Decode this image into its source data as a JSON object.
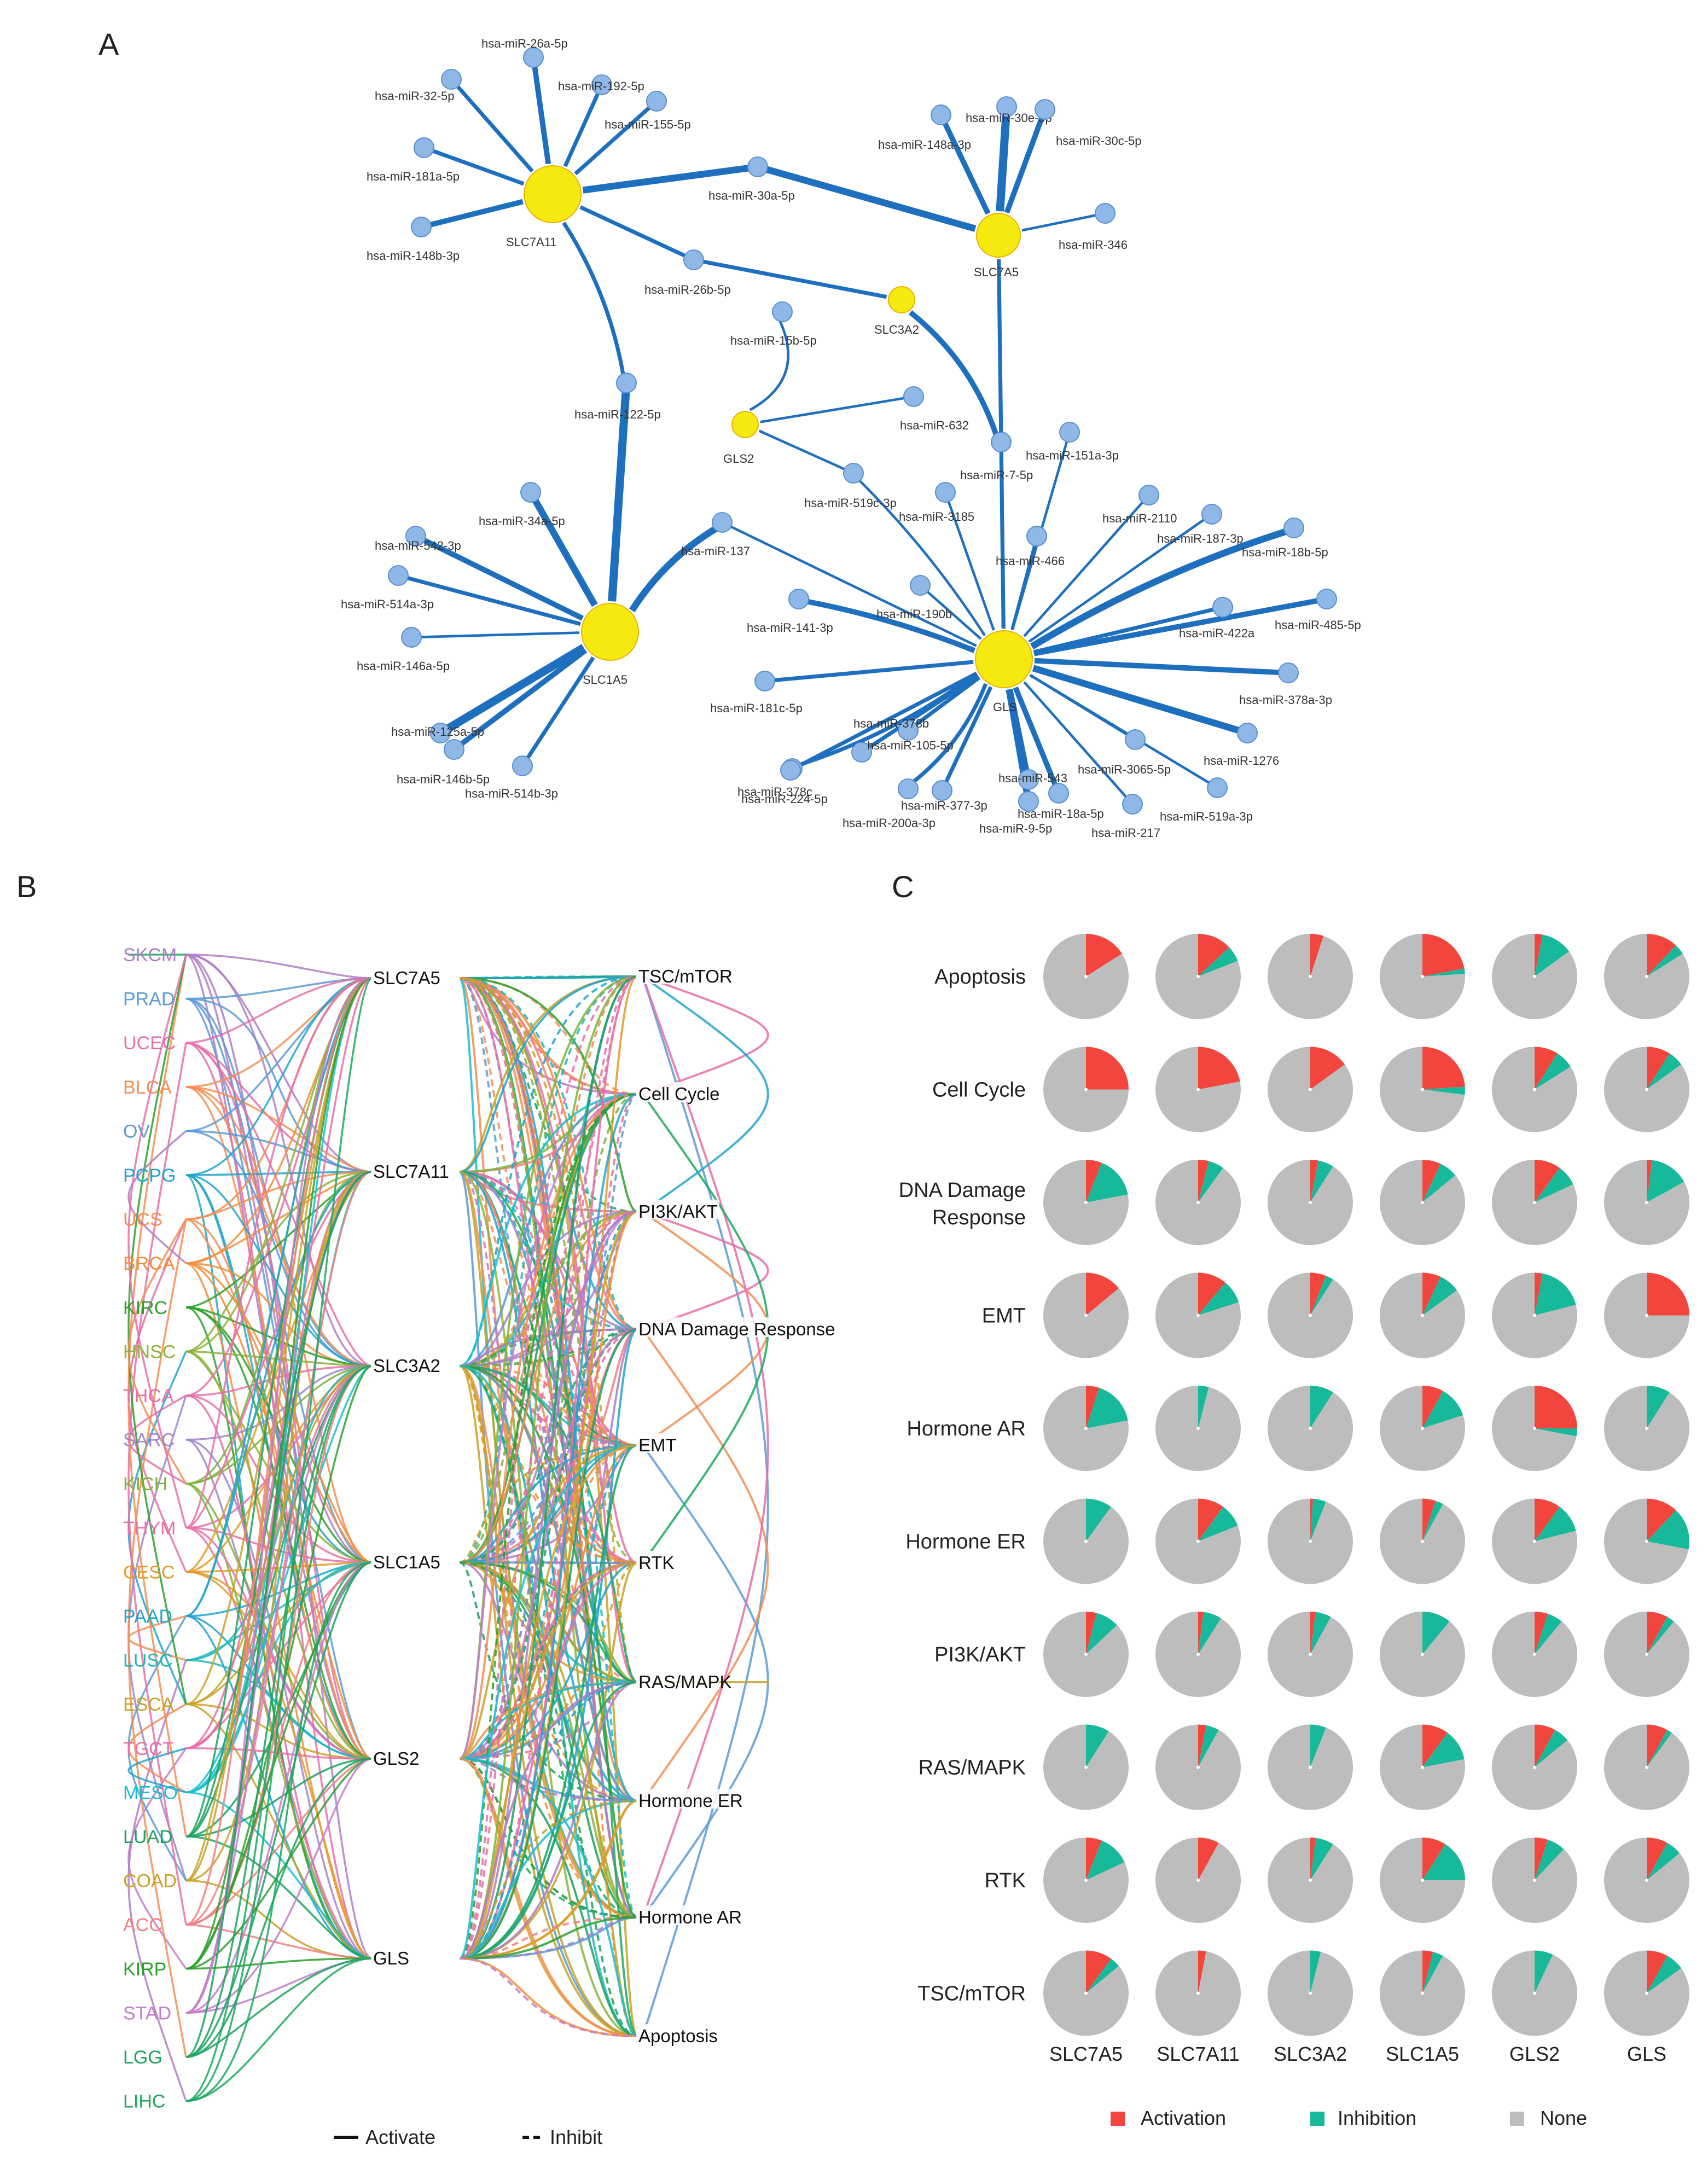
{
  "panels": {
    "a": "A",
    "b": "B",
    "c": "C"
  },
  "network": {
    "targets": [
      {
        "id": "SLC7A11",
        "label": "SLC7A11",
        "size": "large"
      },
      {
        "id": "SLC7A5",
        "label": "SLC7A5",
        "size": "medium"
      },
      {
        "id": "SLC3A2",
        "label": "SLC3A2",
        "size": "small"
      },
      {
        "id": "GLS2",
        "label": "GLS2",
        "size": "small"
      },
      {
        "id": "SLC1A5",
        "label": "SLC1A5",
        "size": "large"
      },
      {
        "id": "GLS",
        "label": "GLS",
        "size": "large"
      }
    ],
    "mirnas": [
      "hsa-miR-26a-5p",
      "hsa-miR-192-5p",
      "hsa-miR-32-5p",
      "hsa-miR-155-5p",
      "hsa-miR-181a-5p",
      "hsa-miR-148b-3p",
      "hsa-miR-30a-5p",
      "hsa-miR-26b-5p",
      "hsa-miR-30e-5p",
      "hsa-miR-148a-3p",
      "hsa-miR-30c-5p",
      "hsa-miR-346",
      "hsa-miR-15b-5p",
      "hsa-miR-632",
      "hsa-miR-122-5p",
      "hsa-miR-7-5p",
      "hsa-miR-519c-3p",
      "hsa-miR-3185",
      "hsa-miR-151a-3p",
      "hsa-miR-2110",
      "hsa-miR-187-3p",
      "hsa-miR-18b-5p",
      "hsa-miR-466",
      "hsa-miR-190b",
      "hsa-miR-422a",
      "hsa-miR-485-5p",
      "hsa-miR-141-3p",
      "hsa-miR-181c-5p",
      "hsa-miR-378a-3p",
      "hsa-miR-378b",
      "hsa-miR-105-5p",
      "hsa-miR-378c",
      "hsa-miR-224-5p",
      "hsa-miR-377-3p",
      "hsa-miR-200a-3p",
      "hsa-miR-543",
      "hsa-miR-18a-5p",
      "hsa-miR-9-5p",
      "hsa-miR-217",
      "hsa-miR-3065-5p",
      "hsa-miR-519a-3p",
      "hsa-miR-1276",
      "hsa-miR-34a-5p",
      "hsa-miR-542-3p",
      "hsa-miR-514a-3p",
      "hsa-miR-146a-5p",
      "hsa-miR-125a-5p",
      "hsa-miR-146b-5p",
      "hsa-miR-514b-3p",
      "hsa-miR-137"
    ],
    "edges": [
      [
        "hsa-miR-26a-5p",
        "SLC7A11",
        3
      ],
      [
        "hsa-miR-192-5p",
        "SLC7A11",
        2
      ],
      [
        "hsa-miR-32-5p",
        "SLC7A11",
        2
      ],
      [
        "hsa-miR-155-5p",
        "SLC7A11",
        2
      ],
      [
        "hsa-miR-181a-5p",
        "SLC7A11",
        2
      ],
      [
        "hsa-miR-148b-3p",
        "SLC7A11",
        3
      ],
      [
        "hsa-miR-30a-5p",
        "SLC7A11",
        4
      ],
      [
        "hsa-miR-30a-5p",
        "SLC7A5",
        4
      ],
      [
        "hsa-miR-26b-5p",
        "SLC7A11",
        2
      ],
      [
        "hsa-miR-26b-5p",
        "SLC3A2",
        2
      ],
      [
        "hsa-miR-30e-5p",
        "SLC7A5",
        5
      ],
      [
        "hsa-miR-148a-3p",
        "SLC7A5",
        3
      ],
      [
        "hsa-miR-30c-5p",
        "SLC7A5",
        3
      ],
      [
        "hsa-miR-346",
        "SLC7A5",
        1
      ],
      [
        "hsa-miR-15b-5p",
        "GLS2",
        1
      ],
      [
        "hsa-miR-632",
        "GLS2",
        1
      ],
      [
        "hsa-miR-122-5p",
        "SLC7A11",
        2
      ],
      [
        "hsa-miR-122-5p",
        "SLC1A5",
        5
      ],
      [
        "hsa-miR-7-5p",
        "SLC7A5",
        2
      ],
      [
        "hsa-miR-7-5p",
        "SLC3A2",
        3
      ],
      [
        "hsa-miR-7-5p",
        "GLS",
        2
      ],
      [
        "hsa-miR-519c-3p",
        "GLS2",
        1
      ],
      [
        "hsa-miR-519c-3p",
        "GLS",
        1
      ],
      [
        "hsa-miR-3185",
        "GLS",
        1
      ],
      [
        "hsa-miR-151a-3p",
        "GLS",
        1
      ],
      [
        "hsa-miR-2110",
        "GLS",
        1
      ],
      [
        "hsa-miR-187-3p",
        "GLS",
        1
      ],
      [
        "hsa-miR-18b-5p",
        "GLS",
        4
      ],
      [
        "hsa-miR-466",
        "GLS",
        1
      ],
      [
        "hsa-miR-190b",
        "GLS",
        1
      ],
      [
        "hsa-miR-422a",
        "GLS",
        2
      ],
      [
        "hsa-miR-485-5p",
        "GLS",
        3
      ],
      [
        "hsa-miR-141-3p",
        "GLS",
        3
      ],
      [
        "hsa-miR-181c-5p",
        "GLS",
        2
      ],
      [
        "hsa-miR-378a-3p",
        "GLS",
        3
      ],
      [
        "hsa-miR-378b",
        "GLS",
        2
      ],
      [
        "hsa-miR-105-5p",
        "GLS",
        2
      ],
      [
        "hsa-miR-378c",
        "GLS",
        2
      ],
      [
        "hsa-miR-224-5p",
        "GLS",
        2
      ],
      [
        "hsa-miR-377-3p",
        "GLS",
        2
      ],
      [
        "hsa-miR-200a-3p",
        "GLS",
        2
      ],
      [
        "hsa-miR-543",
        "GLS",
        3
      ],
      [
        "hsa-miR-18a-5p",
        "GLS",
        3
      ],
      [
        "hsa-miR-9-5p",
        "GLS",
        4
      ],
      [
        "hsa-miR-217",
        "GLS",
        1
      ],
      [
        "hsa-miR-3065-5p",
        "GLS",
        1
      ],
      [
        "hsa-miR-519a-3p",
        "GLS",
        1
      ],
      [
        "hsa-miR-1276",
        "GLS",
        4
      ],
      [
        "hsa-miR-34a-5p",
        "SLC1A5",
        4
      ],
      [
        "hsa-miR-542-3p",
        "SLC1A5",
        3
      ],
      [
        "hsa-miR-514a-3p",
        "SLC1A5",
        2
      ],
      [
        "hsa-miR-146a-5p",
        "SLC1A5",
        1
      ],
      [
        "hsa-miR-125a-5p",
        "SLC1A5",
        5
      ],
      [
        "hsa-miR-146b-5p",
        "SLC1A5",
        3
      ],
      [
        "hsa-miR-514b-3p",
        "SLC1A5",
        2
      ],
      [
        "hsa-miR-137",
        "SLC1A5",
        4
      ],
      [
        "hsa-miR-137",
        "GLS",
        1
      ]
    ]
  },
  "sankey": {
    "cancers": [
      {
        "name": "SKCM",
        "color": "#b07cc6"
      },
      {
        "name": "PRAD",
        "color": "#5b9bd5"
      },
      {
        "name": "UCEC",
        "color": "#e86fa8"
      },
      {
        "name": "BLCA",
        "color": "#f28e52"
      },
      {
        "name": "OV",
        "color": "#5b9bd5"
      },
      {
        "name": "PCPG",
        "color": "#1fa4cc"
      },
      {
        "name": "UCS",
        "color": "#f28e52"
      },
      {
        "name": "BRCA",
        "color": "#f28e3a"
      },
      {
        "name": "KIRC",
        "color": "#2ca02c"
      },
      {
        "name": "HNSC",
        "color": "#8cb33a"
      },
      {
        "name": "THCA",
        "color": "#e86fa8"
      },
      {
        "name": "SARC",
        "color": "#9f86c9"
      },
      {
        "name": "KICH",
        "color": "#7db33a"
      },
      {
        "name": "THYM",
        "color": "#e86fa8"
      },
      {
        "name": "CESC",
        "color": "#e39b2c"
      },
      {
        "name": "PAAD",
        "color": "#1fa4cc"
      },
      {
        "name": "LUSC",
        "color": "#1fb8b8"
      },
      {
        "name": "ESCA",
        "color": "#c9a227"
      },
      {
        "name": "TGCT",
        "color": "#e86fa8"
      },
      {
        "name": "MESO",
        "color": "#17becf"
      },
      {
        "name": "LUAD",
        "color": "#1aa260"
      },
      {
        "name": "COAD",
        "color": "#c9a227"
      },
      {
        "name": "ACC",
        "color": "#f08080"
      },
      {
        "name": "KIRP",
        "color": "#2ca02c"
      },
      {
        "name": "STAD",
        "color": "#c37dc9"
      },
      {
        "name": "LGG",
        "color": "#1aa260"
      },
      {
        "name": "LIHC",
        "color": "#1aaa60"
      }
    ],
    "genes": [
      "SLC7A5",
      "SLC7A11",
      "SLC3A2",
      "SLC1A5",
      "GLS2",
      "GLS"
    ],
    "pathways": [
      "TSC/mTOR",
      "Cell Cycle",
      "PI3K/AKT",
      "DNA Damage Response",
      "EMT",
      "RTK",
      "RAS/MAPK",
      "Hormone ER",
      "Hormone AR",
      "Apoptosis"
    ],
    "legend": {
      "activate": "Activate",
      "inhibit": "Inhibit"
    }
  },
  "pie_grid": {
    "rows": [
      "Apoptosis",
      "Cell Cycle",
      "DNA Damage Response",
      "EMT",
      "Hormone AR",
      "Hormone ER",
      "PI3K/AKT",
      "RAS/MAPK",
      "RTK",
      "TSC/mTOR"
    ],
    "cols": [
      "SLC7A5",
      "SLC7A11",
      "SLC3A2",
      "SLC1A5",
      "GLS2",
      "GLS"
    ],
    "activation": [
      [
        0.16,
        0.13,
        0.05,
        0.22,
        0.03,
        0.12
      ],
      [
        0.25,
        0.22,
        0.15,
        0.24,
        0.09,
        0.09
      ],
      [
        0.06,
        0.04,
        0.03,
        0.07,
        0.1,
        0.02
      ],
      [
        0.14,
        0.11,
        0.06,
        0.07,
        0.03,
        0.25
      ],
      [
        0.05,
        0.0,
        0.0,
        0.08,
        0.25,
        0.0
      ],
      [
        0.0,
        0.1,
        0.01,
        0.05,
        0.1,
        0.12
      ],
      [
        0.04,
        0.02,
        0.02,
        0.0,
        0.05,
        0.08
      ],
      [
        0.0,
        0.03,
        0.0,
        0.1,
        0.08,
        0.08
      ],
      [
        0.06,
        0.08,
        0.02,
        0.09,
        0.05,
        0.08
      ],
      [
        0.1,
        0.03,
        0.0,
        0.04,
        0.0,
        0.08
      ]
    ],
    "inhibition": [
      [
        0.0,
        0.06,
        0.0,
        0.02,
        0.12,
        0.04
      ],
      [
        0.0,
        0.0,
        0.0,
        0.03,
        0.07,
        0.06
      ],
      [
        0.16,
        0.06,
        0.06,
        0.07,
        0.08,
        0.15
      ],
      [
        0.0,
        0.09,
        0.03,
        0.08,
        0.18,
        0.0
      ],
      [
        0.17,
        0.04,
        0.09,
        0.12,
        0.03,
        0.09
      ],
      [
        0.1,
        0.09,
        0.05,
        0.03,
        0.11,
        0.16
      ],
      [
        0.09,
        0.07,
        0.06,
        0.11,
        0.06,
        0.03
      ],
      [
        0.09,
        0.05,
        0.06,
        0.12,
        0.06,
        0.02
      ],
      [
        0.12,
        0.0,
        0.07,
        0.16,
        0.07,
        0.06
      ],
      [
        0.04,
        0.0,
        0.04,
        0.04,
        0.07,
        0.07
      ]
    ],
    "colors": {
      "activation": "#f2453d",
      "inhibition": "#18b99a",
      "none": "#bdbdbd"
    },
    "legend": {
      "activation": "Activation",
      "inhibition": "Inhibition",
      "none": "None"
    }
  }
}
